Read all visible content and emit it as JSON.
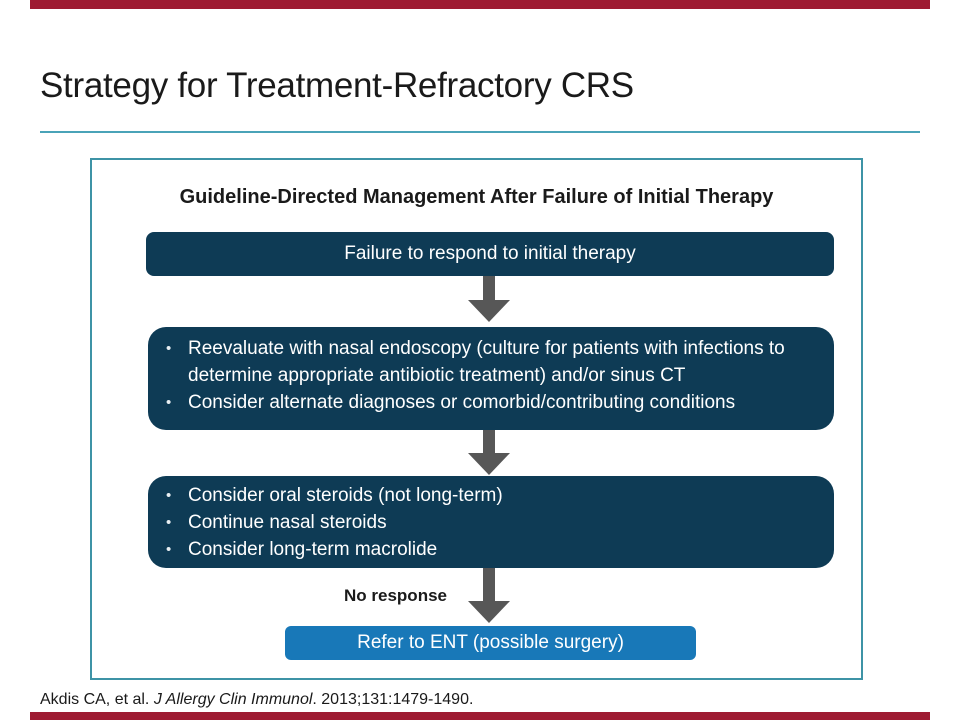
{
  "slide": {
    "title": "Strategy for Treatment-Refractory CRS",
    "citation": {
      "prefix": "Akdis CA, et al. ",
      "journal": "J Allergy Clin Immunol",
      "suffix": ". 2013;131:1479-1490."
    }
  },
  "diagram": {
    "heading": "Guideline-Directed Management After Failure of Initial Therapy",
    "step1": {
      "text": "Failure to respond to initial therapy"
    },
    "step2": {
      "bullets": [
        "Reevaluate with nasal endoscopy (culture for patients with infections to determine appropriate antibiotic treatment) and/or sinus CT",
        "Consider alternate diagnoses or comorbid/contributing conditions"
      ]
    },
    "step3": {
      "bullets": [
        "Consider oral steroids (not long-term)",
        "Continue nasal steroids",
        "Consider long-term macrolide"
      ]
    },
    "no_response_label": "No response",
    "step4": {
      "text": "Refer to ENT (possible surgery)"
    }
  },
  "colors": {
    "accent_bar": "#9E1B32",
    "panel_border": "#3E93A6",
    "title_rule": "#4AA3B8",
    "navy": "#0E3B55",
    "blue": "#1878B8",
    "arrow_gray": "#575757",
    "text_dark": "#1A1A1A"
  }
}
